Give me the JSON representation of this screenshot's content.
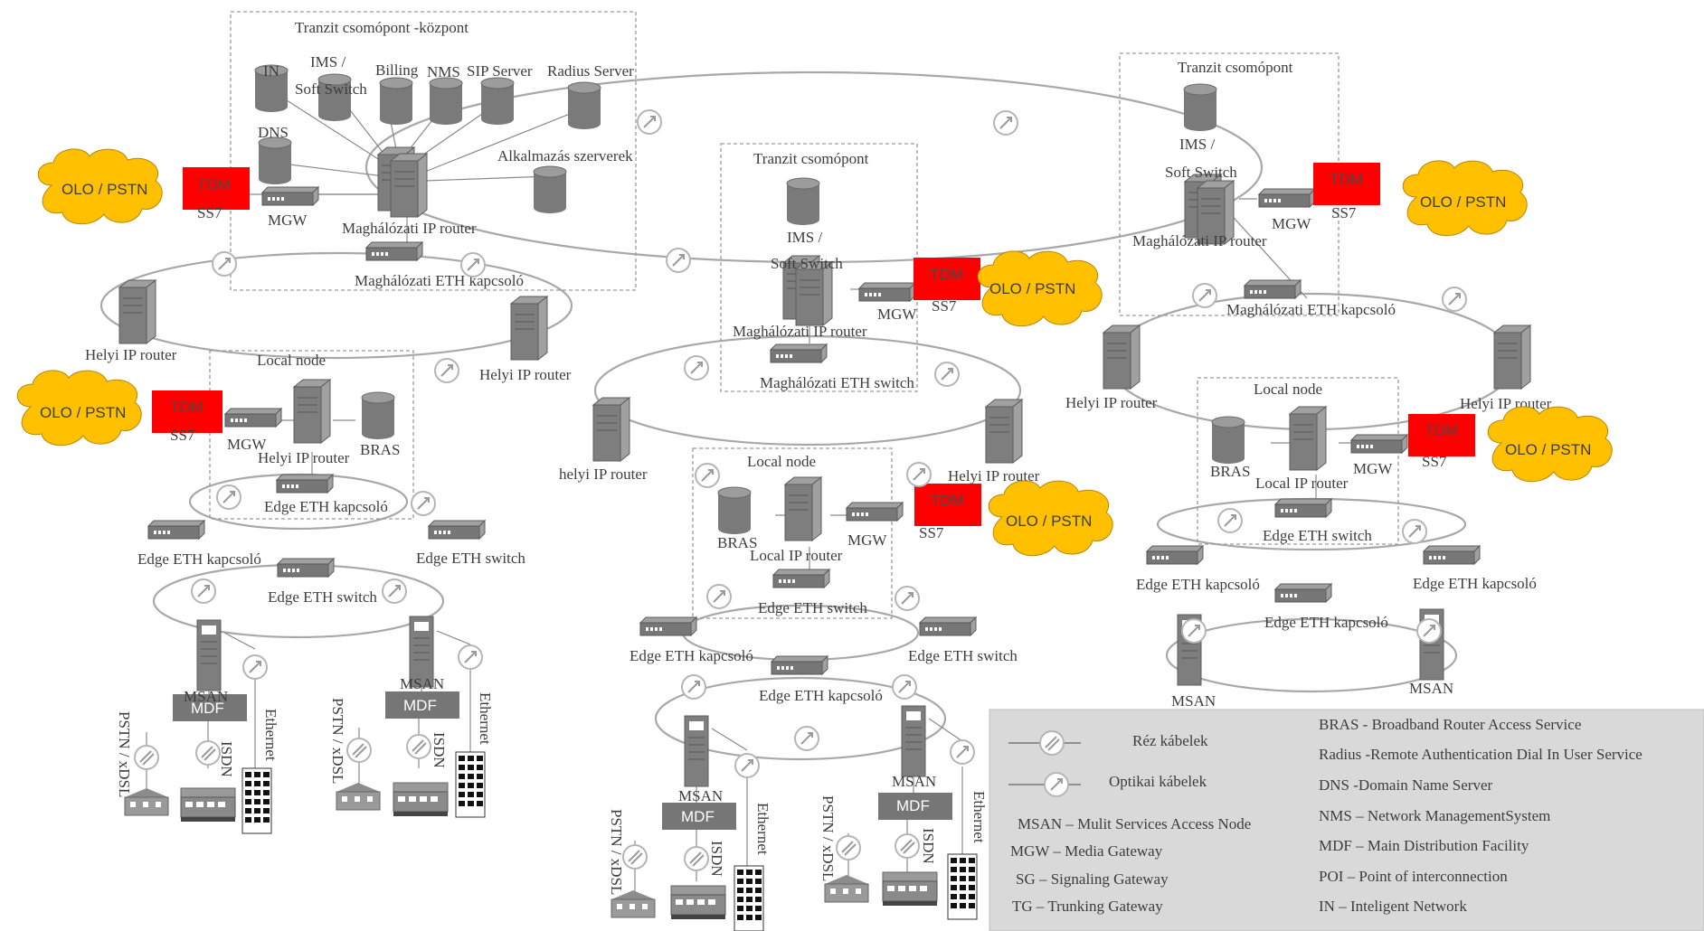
{
  "nodes": {
    "hub_title": "Tranzit csomópont -központ",
    "transit_mid_title": "Tranzit csomópont",
    "transit_right_title": "Tranzit csomópont",
    "local_node": "Local node"
  },
  "labels": {
    "in": "IN",
    "ims": "IMS /",
    "soft_switch": "Soft Switch",
    "billing": "Billing",
    "nms": "NMS",
    "sip_server": "SIP Server",
    "radius_server": "Radius Server",
    "dns": "DNS",
    "app_servers": "Alkalmazás szerverek",
    "core_ip_router": "Maghálózati IP router",
    "core_eth_kapcsolo": "Maghálózati ETH kapcsoló",
    "core_eth_switch": "Maghálózati ETH switch",
    "mgw": "MGW",
    "tdm": "TDM",
    "ss7": "SS7",
    "olo_pstn": "OLO / PSTN",
    "helyi_ip_router": "Helyi IP router",
    "helyi_ip_router_lc": "helyi IP router",
    "helyi_ip_router_split": "Helyi  IP router",
    "local_ip_router": "Local IP router",
    "bras": "BRAS",
    "edge_eth_kapcsolo": "Edge ETH kapcsoló",
    "edge_eth_switch": "Edge ETH switch",
    "edge_eth_spaced": "Edge ETH   kapcsoló",
    "msan": "MSAN",
    "mdf": "MDF",
    "pstn_xdsl": "PSTN / xDSL",
    "isdn": "ISDN",
    "ethernet": "Ethernet"
  },
  "legend": {
    "copper": "Réz kábelek",
    "optical": "Optikai kábelek",
    "left_items": [
      "MSAN – Mulit Services Access Node",
      "MGW – Media Gateway",
      "SG – Signaling Gateway",
      "TG  – Trunking Gateway"
    ],
    "right_items": [
      "BRAS - Broadband Router Access Service",
      "Radius  -Remote Authentication Dial In User Service",
      "DNS -Domain Name Server",
      "NMS – Network ManagementSystem",
      "MDF – Main Distribution Facility",
      "POI – Point of interconnection",
      "IN – Inteligent Network"
    ]
  },
  "colors": {
    "tdm": "#ff0000",
    "cloud": "#ffc000",
    "device": "#7a7a7a",
    "legend_bg": "#d9d9d9"
  }
}
